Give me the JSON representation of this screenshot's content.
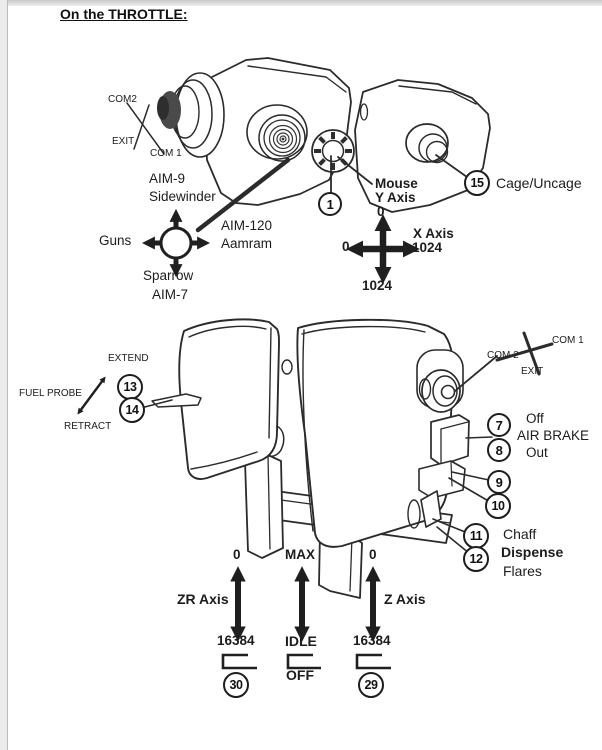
{
  "colors": {
    "ink": "#1f1f1f",
    "page_bg": "#ffffff",
    "chrome": "#ebebeb"
  },
  "title": "On the THROTTLE:",
  "grip": {
    "com_hat": {
      "com2": "COM2",
      "exit": "EXIT",
      "com1": "COM 1"
    },
    "weapons_hat": {
      "up_line1": "AIM-9",
      "up_line2": "Sidewinder",
      "left": "Guns",
      "right_line1": "AIM-120",
      "right_line2": "Aamram",
      "down_line1": "Sparrow",
      "down_line2": "AIM-7"
    },
    "mouse": {
      "label_line1": "Mouse",
      "label_line2": "Y Axis",
      "y_min": "0",
      "y_max": "1024",
      "x_min": "0",
      "x_label": "X Axis",
      "x_max": "1024",
      "callout": "1"
    },
    "cage": {
      "callout": "15",
      "label": "Cage/Uncage"
    }
  },
  "base": {
    "fuel_probe": {
      "extend": "EXTEND",
      "label": "FUEL PROBE",
      "retract": "RETRACT",
      "callout_extend": "13",
      "callout_retract": "14"
    },
    "com_hat": {
      "com2": "COM 2",
      "com1": "COM 1",
      "exit": "EXIT"
    },
    "air_brake": {
      "callout_off": "7",
      "off": "Off",
      "label": "AIR BRAKE",
      "callout_out": "8",
      "out": "Out"
    },
    "callout_9": "9",
    "callout_10": "10",
    "countermeasures": {
      "callout_chaff": "11",
      "callout_flares": "12",
      "chaff": "Chaff",
      "dispense": "Dispense",
      "flares": "Flares"
    },
    "zr_axis": {
      "min": "0",
      "label": "ZR Axis",
      "max": "16384",
      "callout": "30"
    },
    "throttle_detent": {
      "max": "MAX",
      "idle": "IDLE",
      "off": "OFF"
    },
    "z_axis": {
      "min": "0",
      "label": "Z Axis",
      "max": "16384",
      "callout": "29"
    }
  }
}
